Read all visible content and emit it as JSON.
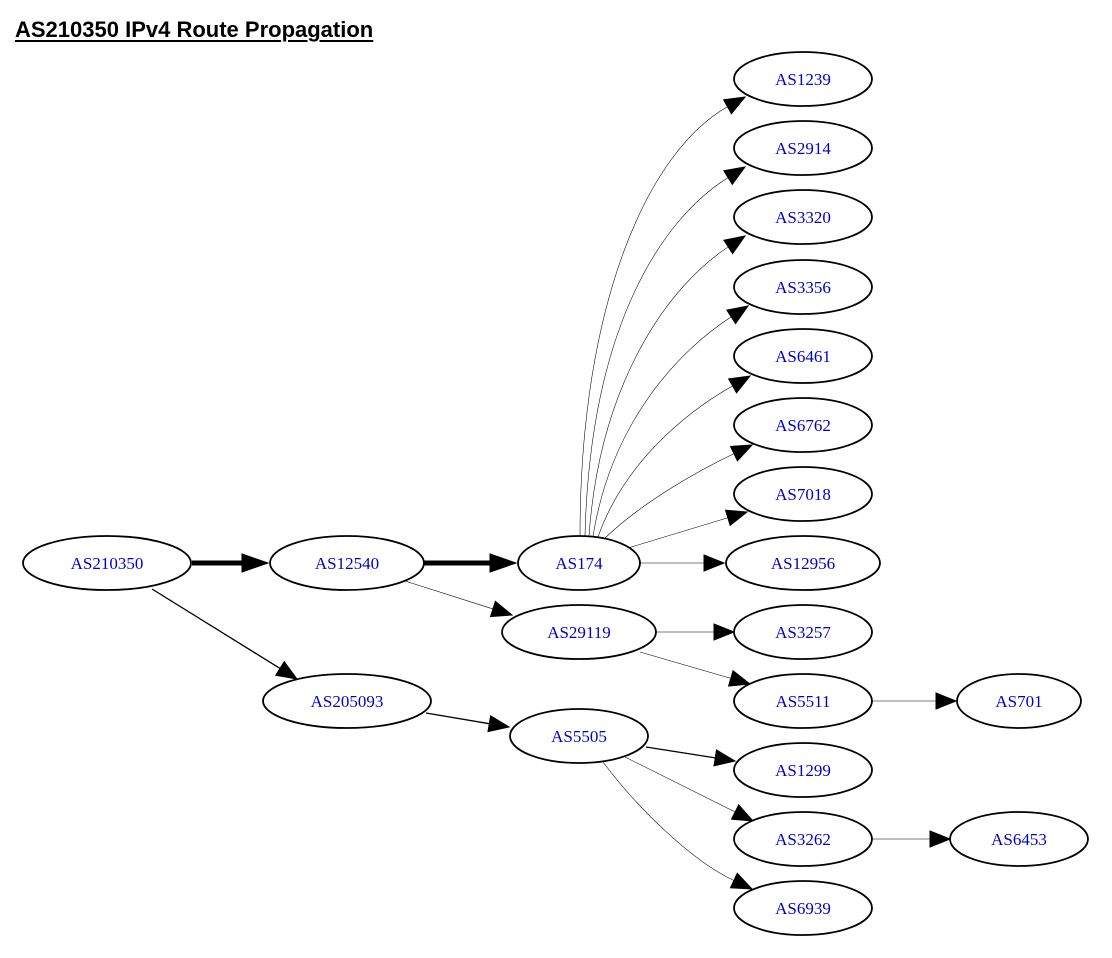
{
  "title": "AS210350 IPv4 Route Propagation",
  "colors": {
    "node_label": "#0000cc",
    "node_border": "#000000",
    "edge": "#000000",
    "background": "#ffffff"
  },
  "nodes": [
    {
      "id": "AS210350",
      "label": "AS210350"
    },
    {
      "id": "AS12540",
      "label": "AS12540"
    },
    {
      "id": "AS205093",
      "label": "AS205093"
    },
    {
      "id": "AS174",
      "label": "AS174"
    },
    {
      "id": "AS29119",
      "label": "AS29119"
    },
    {
      "id": "AS5505",
      "label": "AS5505"
    },
    {
      "id": "AS1239",
      "label": "AS1239"
    },
    {
      "id": "AS2914",
      "label": "AS2914"
    },
    {
      "id": "AS3320",
      "label": "AS3320"
    },
    {
      "id": "AS3356",
      "label": "AS3356"
    },
    {
      "id": "AS6461",
      "label": "AS6461"
    },
    {
      "id": "AS6762",
      "label": "AS6762"
    },
    {
      "id": "AS7018",
      "label": "AS7018"
    },
    {
      "id": "AS12956",
      "label": "AS12956"
    },
    {
      "id": "AS3257",
      "label": "AS3257"
    },
    {
      "id": "AS5511",
      "label": "AS5511"
    },
    {
      "id": "AS1299",
      "label": "AS1299"
    },
    {
      "id": "AS3262",
      "label": "AS3262"
    },
    {
      "id": "AS6939",
      "label": "AS6939"
    },
    {
      "id": "AS701",
      "label": "AS701"
    },
    {
      "id": "AS6453",
      "label": "AS6453"
    }
  ],
  "edges": [
    {
      "from": "AS210350",
      "to": "AS12540",
      "weight": "heavy"
    },
    {
      "from": "AS210350",
      "to": "AS205093",
      "weight": "normal"
    },
    {
      "from": "AS12540",
      "to": "AS174",
      "weight": "heavy"
    },
    {
      "from": "AS12540",
      "to": "AS29119",
      "weight": "light"
    },
    {
      "from": "AS205093",
      "to": "AS5505",
      "weight": "normal"
    },
    {
      "from": "AS174",
      "to": "AS1239",
      "weight": "light"
    },
    {
      "from": "AS174",
      "to": "AS2914",
      "weight": "light"
    },
    {
      "from": "AS174",
      "to": "AS3320",
      "weight": "light"
    },
    {
      "from": "AS174",
      "to": "AS3356",
      "weight": "light"
    },
    {
      "from": "AS174",
      "to": "AS6461",
      "weight": "light"
    },
    {
      "from": "AS174",
      "to": "AS6762",
      "weight": "light"
    },
    {
      "from": "AS174",
      "to": "AS7018",
      "weight": "light"
    },
    {
      "from": "AS174",
      "to": "AS12956",
      "weight": "light"
    },
    {
      "from": "AS29119",
      "to": "AS3257",
      "weight": "light"
    },
    {
      "from": "AS29119",
      "to": "AS5511",
      "weight": "light"
    },
    {
      "from": "AS5511",
      "to": "AS701",
      "weight": "light"
    },
    {
      "from": "AS5505",
      "to": "AS1299",
      "weight": "normal"
    },
    {
      "from": "AS5505",
      "to": "AS3262",
      "weight": "light"
    },
    {
      "from": "AS5505",
      "to": "AS6939",
      "weight": "light"
    },
    {
      "from": "AS3262",
      "to": "AS6453",
      "weight": "light"
    }
  ]
}
